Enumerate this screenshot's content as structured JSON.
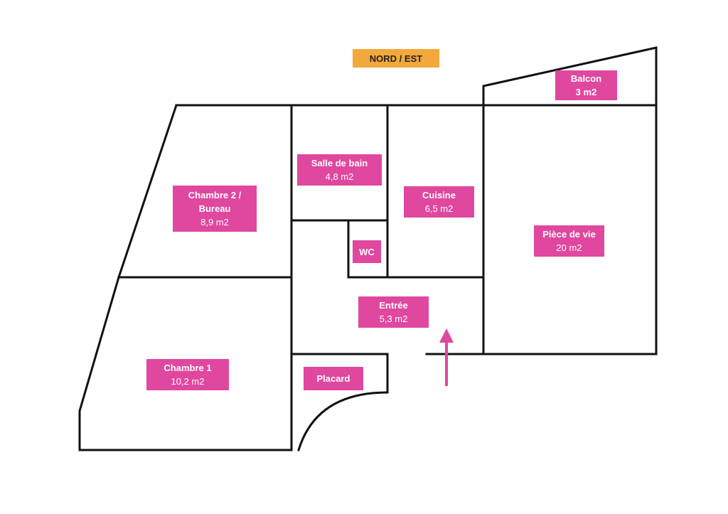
{
  "orientation": "NORD / EST",
  "colors": {
    "label_bg": "#e0479e",
    "orientation_bg": "#f2a83a",
    "walls": "#111111",
    "arrow": "#e0479e"
  },
  "rooms": {
    "balcon": {
      "name": "Balcon",
      "area": "3 m2"
    },
    "chambre2": {
      "name_line1": "Chambre 2 /",
      "name_line2": "Bureau",
      "area": "8,9 m2"
    },
    "salle_de_bain": {
      "name": "Salle de bain",
      "area": "4,8 m2"
    },
    "cuisine": {
      "name": "Cuisine",
      "area": "6,5 m2"
    },
    "wc": {
      "name": "WC"
    },
    "piece_de_vie": {
      "name": "Pièce de vie",
      "area": "20 m2"
    },
    "entree": {
      "name": "Entrée",
      "area": "5,3 m2"
    },
    "chambre1": {
      "name": "Chambre 1",
      "area": "10,2 m2"
    },
    "placard": {
      "name": "Placard"
    }
  }
}
